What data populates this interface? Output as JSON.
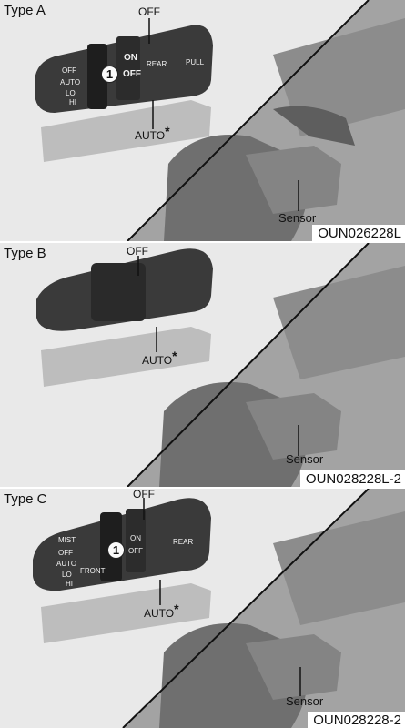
{
  "panels": [
    {
      "type_label": "Type A",
      "code": "OUN026228L",
      "callouts": {
        "off": "OFF",
        "auto": "AUTO",
        "auto_mark": "*",
        "sensor": "Sensor"
      },
      "badge": "1",
      "switch_labels": {
        "off": "OFF",
        "auto": "AUTO",
        "lo": "LO",
        "hi": "HI",
        "on": "ON",
        "off2": "OFF",
        "rear": "REAR",
        "pull": "PULL"
      }
    },
    {
      "type_label": "Type B",
      "code": "OUN028228L-2",
      "callouts": {
        "off": "OFF",
        "auto": "AUTO",
        "auto_mark": "*",
        "sensor": "Sensor"
      }
    },
    {
      "type_label": "Type C",
      "code": "OUN028228-2",
      "callouts": {
        "off": "OFF",
        "auto": "AUTO",
        "auto_mark": "*",
        "sensor": "Sensor"
      },
      "badge": "1",
      "switch_labels": {
        "mist": "MIST",
        "off": "OFF",
        "auto": "AUTO",
        "lo": "LO",
        "hi": "HI",
        "front": "FRONT",
        "on": "ON",
        "off2": "OFF",
        "rear": "REAR"
      }
    }
  ],
  "colors": {
    "background": "#e9e9e9",
    "stalk": "#3a3a3a",
    "stalk_dark": "#1e1e1e",
    "dash": "#9a9a9a",
    "label": "#111111"
  }
}
